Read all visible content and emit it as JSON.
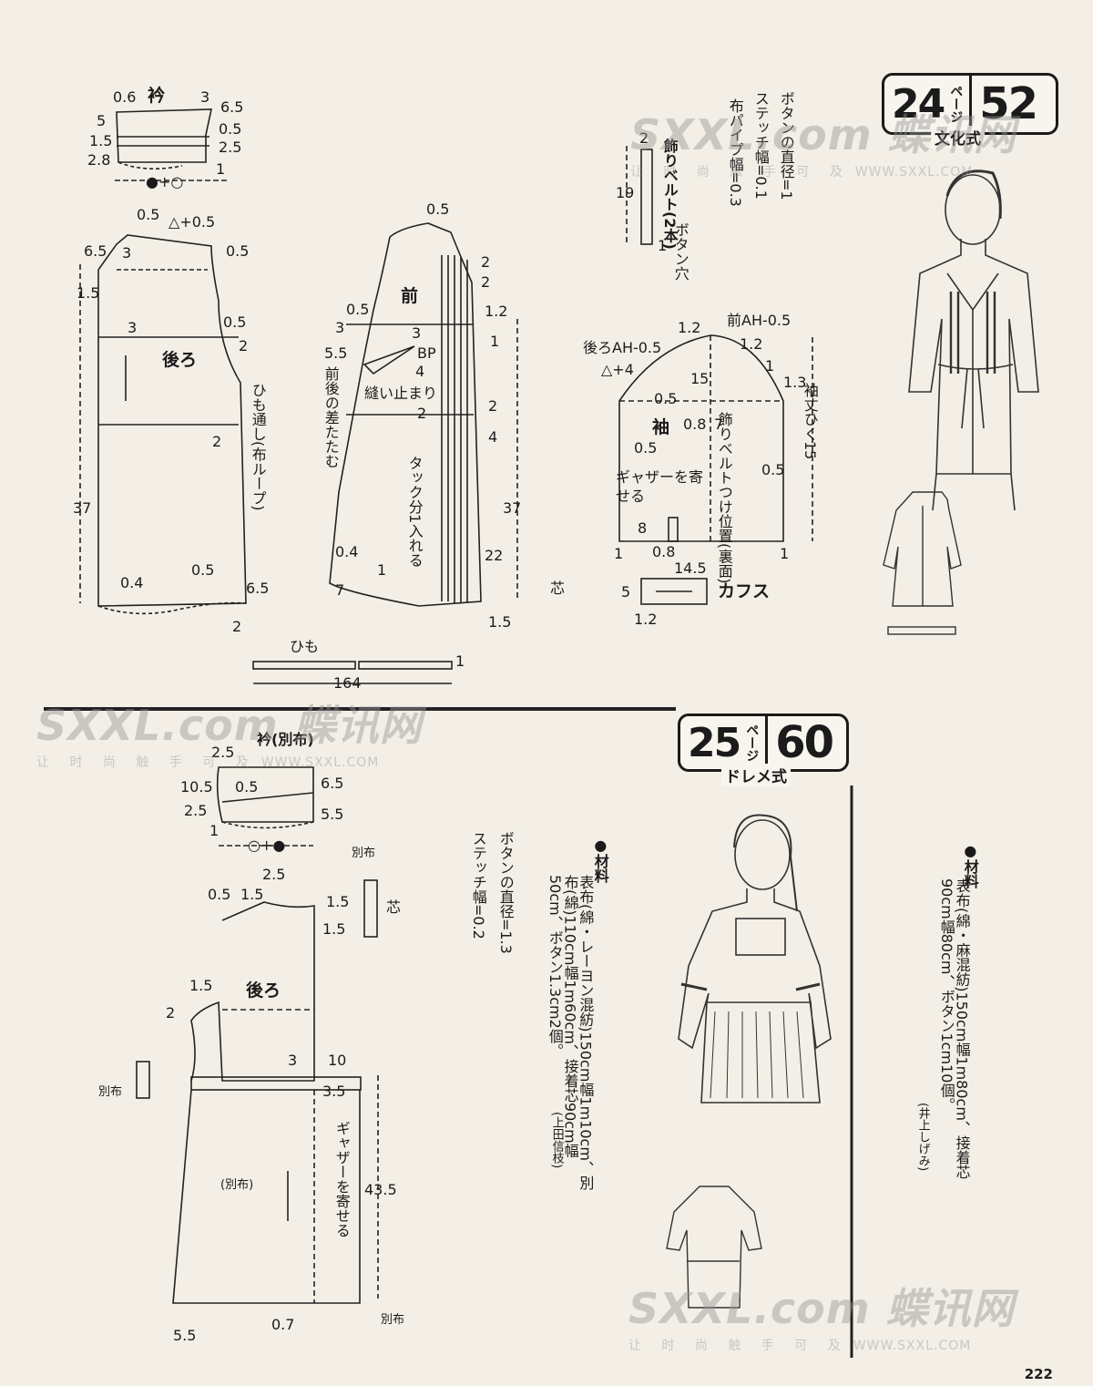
{
  "badge_top": {
    "page": "24",
    "page_suffix": "ページ",
    "number": "52",
    "publisher": "文化式"
  },
  "badge_bottom": {
    "page": "25",
    "page_suffix": "ページ",
    "number": "60",
    "publisher": "ドレメ式"
  },
  "top": {
    "collar_title": "衿",
    "collar_nums": [
      "0.6",
      "3",
      "6.5",
      "5",
      "1.5",
      "2.8",
      "0.5",
      "2.5",
      "1"
    ],
    "collar_marks": "●+○",
    "back_label": "後ろ",
    "back_nums": [
      "0.5",
      "△+0.5",
      "0.5",
      "6.5",
      "3",
      "1.5",
      "3",
      "0.5",
      "2",
      "2",
      "37",
      "0.4",
      "0.5",
      "6.5",
      "2"
    ],
    "loop_note": "ひも通し(布ループ)",
    "front_label": "前",
    "front_nums": [
      "0.5",
      "0.5",
      "2",
      "2",
      "3",
      "5.5",
      "3",
      "1.2",
      "1",
      "4",
      "2",
      "2",
      "4",
      "37",
      "22",
      "0.4",
      "1",
      "7",
      "1.5"
    ],
    "bp_label": "BP",
    "sew_stop": "縫い止まり",
    "fold_note": "前後の差たたむ",
    "tuck_note": "タック分1入れる",
    "interfacing": "芯",
    "button_note": "ボタンの直径=1",
    "stitch_note": "ステッチ幅=0.1",
    "piping_note": "布パイプ幅=0.3",
    "belt_title": "飾りベルト(2本)",
    "belt_nums": [
      "2",
      "19",
      "1"
    ],
    "buttonhole": "ボタン穴",
    "sleeve_label": "袖",
    "sleeve_front_ah": "前AH-0.5",
    "sleeve_back_ah": "後ろAH-0.5",
    "sleeve_nums": [
      "1.2",
      "1.2",
      "△+4",
      "15",
      "1",
      "1.3",
      "0.5",
      "0.8",
      "7",
      "0.5",
      "0.5",
      "8",
      "1",
      "0.8",
      "1"
    ],
    "sleeve_gather": "ギャザーを寄せる",
    "belt_position": "飾りベルトつけ位置(裏面)",
    "sleeve_length": "袖丈ひく15",
    "cuffs_label": "カフス",
    "cuffs_nums": [
      "14.5",
      "5",
      "1.2"
    ],
    "tie_label": "ひも",
    "tie_nums": [
      "164",
      "1"
    ]
  },
  "bottom": {
    "collar_title": "衿(別布)",
    "collar_nums": [
      "2.5",
      "10.5",
      "2.5",
      "1",
      "0.5",
      "6.5",
      "5.5"
    ],
    "collar_marks": "○+●",
    "back_label": "後ろ",
    "back_nums": [
      "0.5",
      "2.5",
      "1.5",
      "1.5",
      "1.5",
      "1.5",
      "2",
      "3",
      "10",
      "3.5",
      "43.5",
      "5.5",
      "0.7"
    ],
    "contrast_label": "(別布)",
    "contrast_fabric": "別布",
    "interfacing": "芯",
    "gather_note": "ギャザーを寄せる",
    "button_note": "ボタンの直径=1.3",
    "stitch_note": "ステッチ幅=0.2"
  },
  "materials_25": {
    "heading": "●材料",
    "text": "表布(綿・レーヨン混紡)150cm幅1m10cm、別布(綿)110cm幅1m60cm、接着芯90cm幅50cm、ボタン1.3cm2個。",
    "author": "(上田信枝)"
  },
  "materials_24": {
    "heading": "●材料",
    "text": "表布(綿・麻混紡)150cm幅1m80cm、接着芯90cm幅80cm、ボタン1cm10個。",
    "author": "(井上しげみ)"
  },
  "watermark": {
    "brand": "SXXL.com 蝶讯网",
    "url": "WWW.SXXL.COM",
    "slogan": "让 时 尚 触 手 可 及"
  },
  "page_number": "222"
}
